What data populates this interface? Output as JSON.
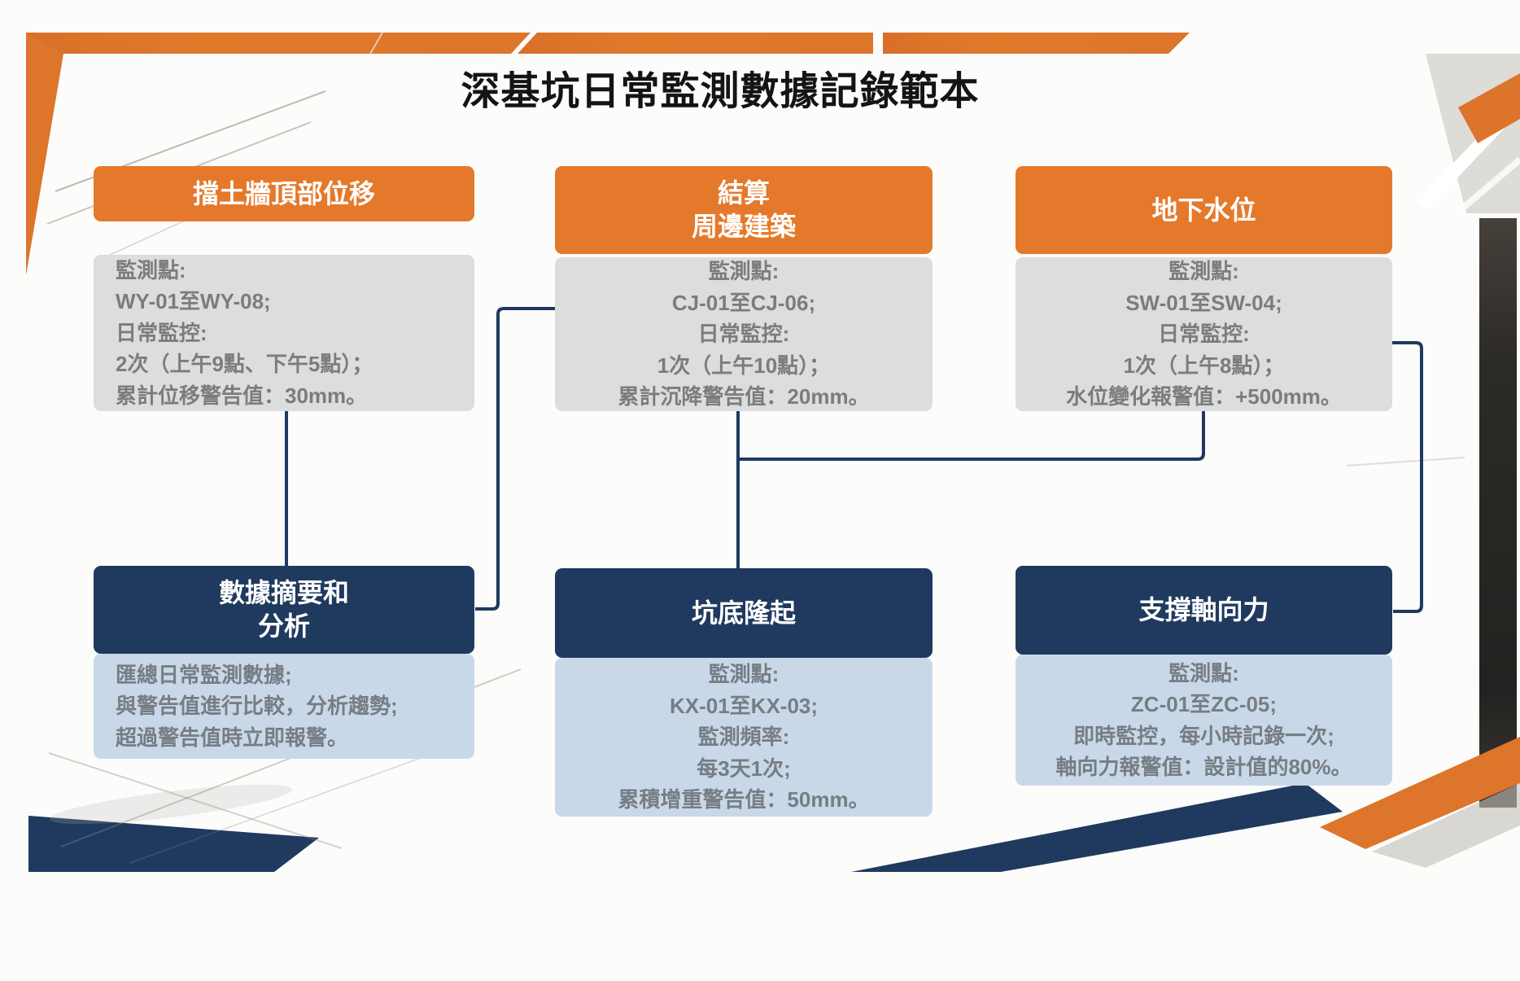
{
  "title": "深基坑日常監測數據記錄範本",
  "colors": {
    "orange": "#E5792B",
    "navy": "#1F3A5E",
    "gray_box": "#DCDDDD",
    "blue_box": "#C9D8E9",
    "gray_text": "#7C7C7C",
    "connector": "#1F3A5E"
  },
  "top_cards": [
    {
      "header": [
        "擋土牆頂部位移"
      ],
      "lines": [
        "監測點:",
        "WY-01至WY-08;",
        "日常監控:",
        "2次（上午9點、下午5點）；",
        "累計位移警告值：30mm。"
      ]
    },
    {
      "header": [
        "結算",
        "周邊建築"
      ],
      "lines": [
        "監測點:",
        "CJ-01至CJ-06;",
        "日常監控:",
        "1次（上午10點）；",
        "累計沉降警告值：20mm。"
      ]
    },
    {
      "header": [
        "地下水位"
      ],
      "lines": [
        "監測點:",
        "SW-01至SW-04;",
        "日常監控:",
        "1次（上午8點）；",
        "水位變化報警值：+500mm。"
      ]
    }
  ],
  "bottom_cards": [
    {
      "header": [
        "數據摘要和",
        "分析"
      ],
      "lines": [
        "匯總日常監測數據;",
        "與警告值進行比較，分析趨勢;",
        "超過警告值時立即報警。"
      ]
    },
    {
      "header": [
        "坑底隆起"
      ],
      "lines": [
        "監測點:",
        "KX-01至KX-03;",
        "監測頻率:",
        "每3天1次;",
        "累積增重警告值：50mm。"
      ]
    },
    {
      "header": [
        "支撐軸向力"
      ],
      "lines": [
        "監測點:",
        "ZC-01至ZC-05;",
        "即時監控，每小時記錄一次;",
        "軸向力報警值：設計值的80%。"
      ]
    }
  ]
}
